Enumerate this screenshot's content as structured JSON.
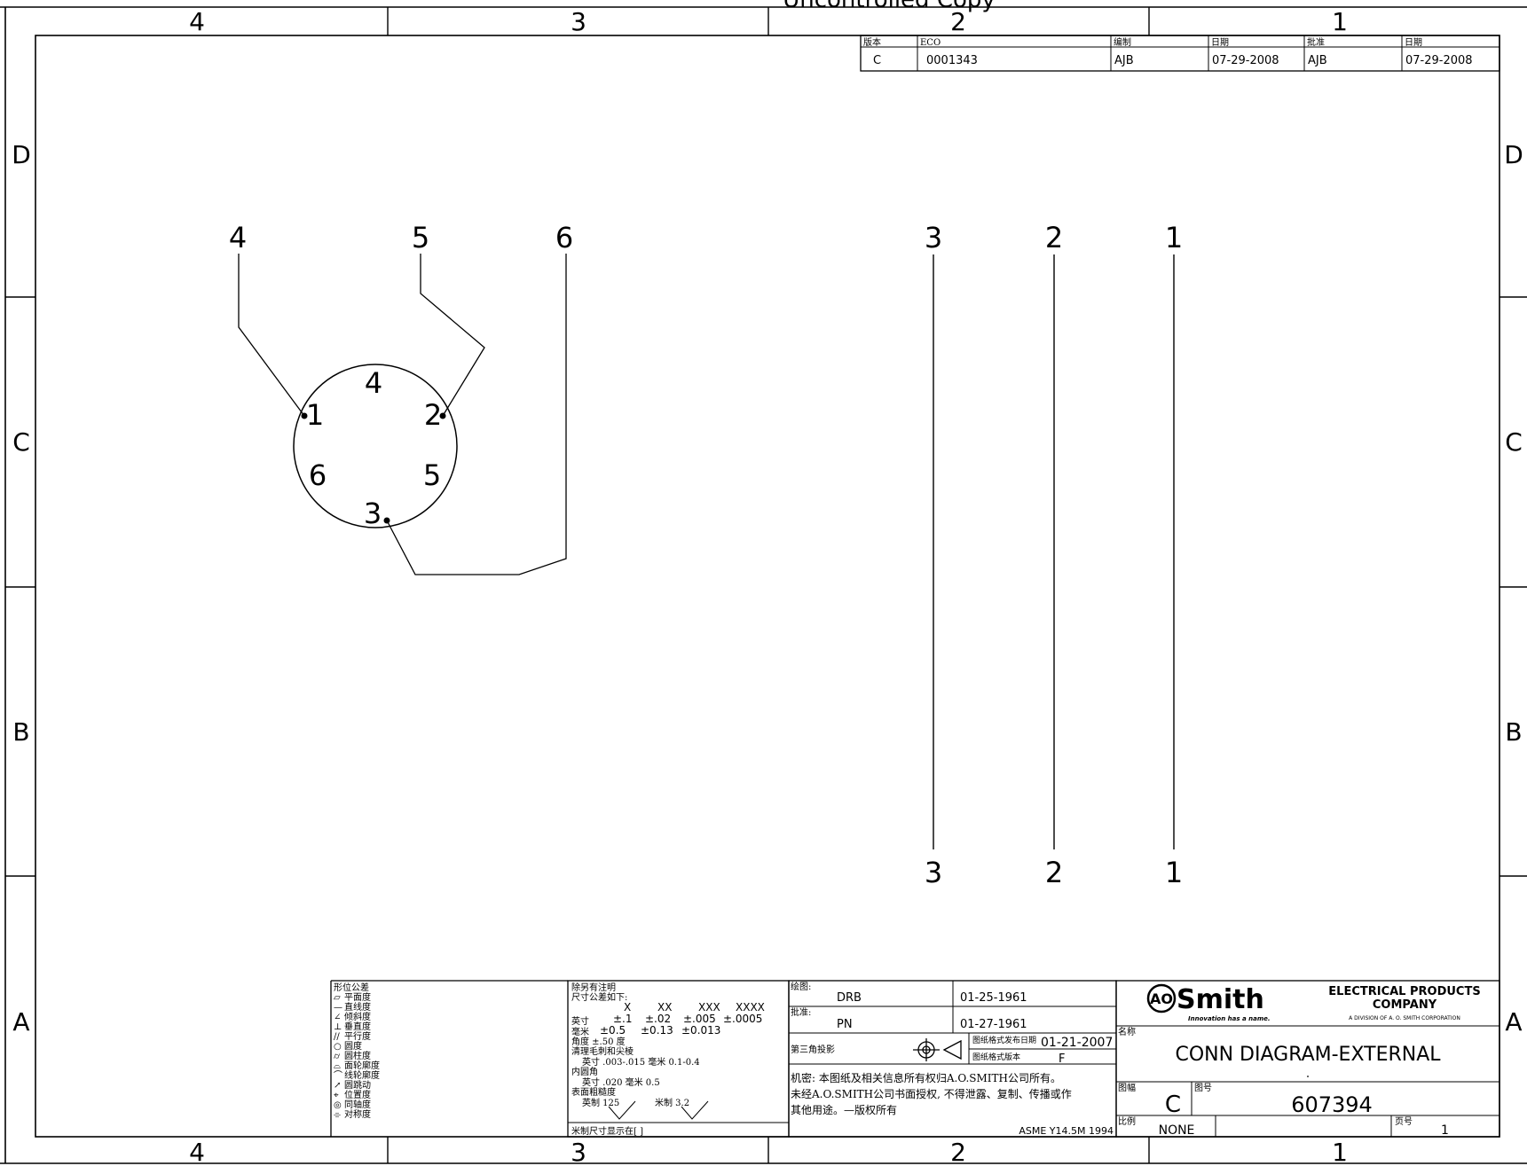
{
  "header_text": "Uncontrolled Copy",
  "zones": {
    "columns": [
      "4",
      "3",
      "2",
      "1"
    ],
    "rows": [
      "D",
      "C",
      "B",
      "A"
    ]
  },
  "revision_block": {
    "headers": [
      "版本",
      "ECO",
      "编制",
      "日期",
      "批准",
      "日期"
    ],
    "values": [
      "C",
      "0001343",
      "AJB",
      "07-29-2008",
      "AJB",
      "07-29-2008"
    ]
  },
  "connector": {
    "pin_labels_inner": [
      "1",
      "2",
      "3",
      "4",
      "5",
      "6"
    ],
    "wire_labels": [
      "4",
      "5",
      "6"
    ]
  },
  "lines": {
    "top_labels": [
      "3",
      "2",
      "1"
    ],
    "bottom_labels": [
      "3",
      "2",
      "1"
    ]
  },
  "gdt": {
    "title": "形位公差",
    "items": [
      "平面度",
      "直线度",
      "倾斜度",
      "垂直度",
      "平行度",
      "圆度",
      "圆柱度",
      "面轮廓度",
      "线轮廓度",
      "圆跳动",
      "位置度",
      "同轴度",
      "对称度"
    ],
    "symbols": [
      "▱",
      "—",
      "∠",
      "⊥",
      "//",
      "○",
      "⌭",
      "⌓",
      "⌒",
      "↗",
      "⌖",
      "◎",
      "⌯"
    ]
  },
  "tolerance": {
    "line1": "除另有注明",
    "line2": "尺寸公差如下:",
    "cols": [
      "X",
      "XX",
      "XXX",
      "XXXX"
    ],
    "inch_label": "英寸",
    "inch_vals": [
      "±.1",
      "±.02",
      "±.005",
      "±.0005"
    ],
    "mm_label": "毫米",
    "mm_vals": [
      "±0.5",
      "±0.13",
      "±0.013"
    ],
    "angle": "角度 ±.50 度",
    "burr": "清理毛刺和尖棱",
    "burr_vals": "英寸 .003-.015    毫米 0.1-0.4",
    "fillet": "内圆角",
    "fillet_vals": "英寸 .020  毫米 0.5",
    "roughness": "表面粗糙度",
    "rough_inch": "英制 125",
    "rough_mm": "米制 3.2",
    "metric_note": "米制尺寸显示在[ ]"
  },
  "approval": {
    "drawn_label": "绘图:",
    "drawn_by": "DRB",
    "drawn_date": "01-25-1961",
    "approved_label": "批准:",
    "approved_by": "PN",
    "approved_date": "01-27-1961",
    "projection": "第三角投影",
    "format_date_label": "图纸格式发布日期",
    "format_date": "01-21-2007",
    "format_rev_label": "图纸格式版本",
    "format_rev": "F",
    "confidential": [
      "机密: 本图纸及相关信息所有权归A.O.SMITH公司所有。",
      "未经A.O.SMITH公司书面授权, 不得泄露、复制、传播或作",
      "其他用途。—版权所有"
    ],
    "standard": "ASME Y14.5M 1994"
  },
  "title_block": {
    "logo_ao": "AO",
    "logo_smith": "Smith",
    "tagline": "Innovation has a name.",
    "company_line1": "ELECTRICAL PRODUCTS",
    "company_line2": "COMPANY",
    "division": "A DIVISION OF A. O. SMITH CORPORATION",
    "name_label": "名称",
    "title": "CONN DIAGRAM-EXTERNAL",
    "size_label": "图幅",
    "size": "C",
    "number_label": "图号",
    "number": "607394",
    "scale_label": "比例",
    "scale": "NONE",
    "sheet_label": "页号",
    "sheet": "1"
  }
}
